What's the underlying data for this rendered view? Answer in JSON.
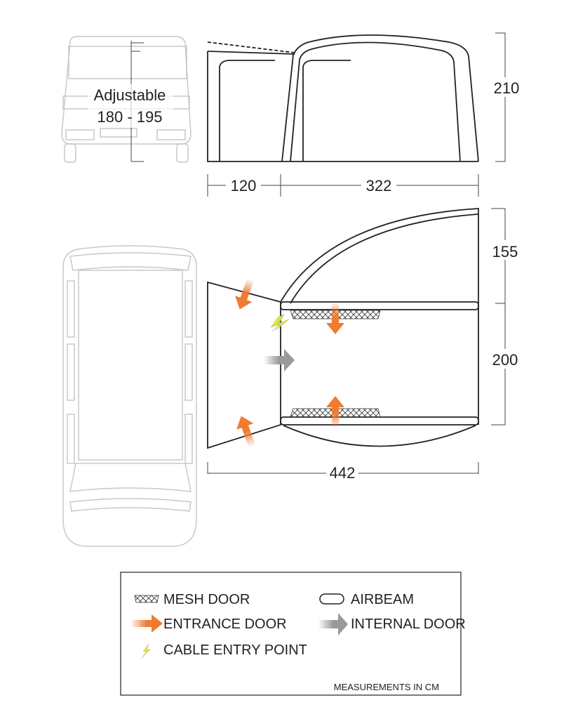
{
  "front_view": {
    "label_line1": "Adjustable",
    "label_line2": "180 - 195"
  },
  "dimensions": {
    "height": "210",
    "annex_width": "120",
    "main_width": "322",
    "depth_front": "155",
    "depth_rear": "200",
    "total_width": "442"
  },
  "legend": {
    "mesh_door": "MESH DOOR",
    "airbeam": "AIRBEAM",
    "entrance_door": "ENTRANCE DOOR",
    "internal_door": "INTERNAL DOOR",
    "cable_entry": "CABLE ENTRY POINT",
    "units_note": "MEASUREMENTS IN CM"
  },
  "colors": {
    "entrance": "#f07c32",
    "internal": "#999999",
    "cable": "#e8e820",
    "van": "#c8c8c8"
  }
}
